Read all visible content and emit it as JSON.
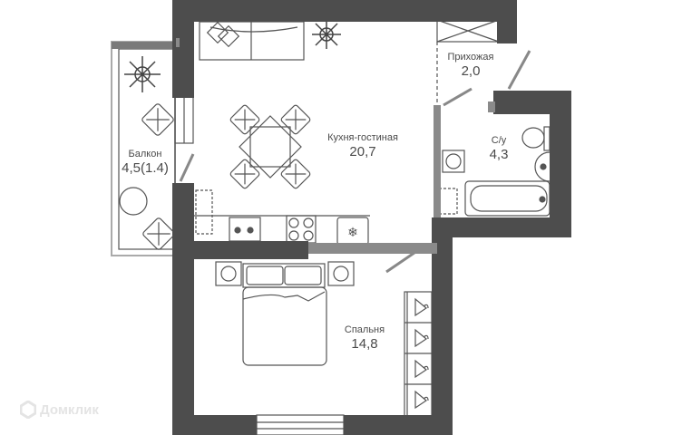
{
  "plan": {
    "colors": {
      "wall": "#4d4d4d",
      "thin_wall": "#8a8a8a",
      "line": "#555555",
      "background": "#ffffff"
    },
    "rooms": [
      {
        "id": "hallway",
        "name": "Прихожая",
        "area": "2,0"
      },
      {
        "id": "bathroom",
        "name": "С/у",
        "area": "4,3"
      },
      {
        "id": "balcony",
        "name": "Балкон",
        "area": "4,5(1.4)"
      },
      {
        "id": "kitchen-living",
        "name": "Кухня-гостиная",
        "area": "20,7"
      },
      {
        "id": "bedroom",
        "name": "Спальня",
        "area": "14,8"
      }
    ]
  },
  "watermark": {
    "icon": "domclick-logo-icon",
    "text": "Домклик"
  }
}
